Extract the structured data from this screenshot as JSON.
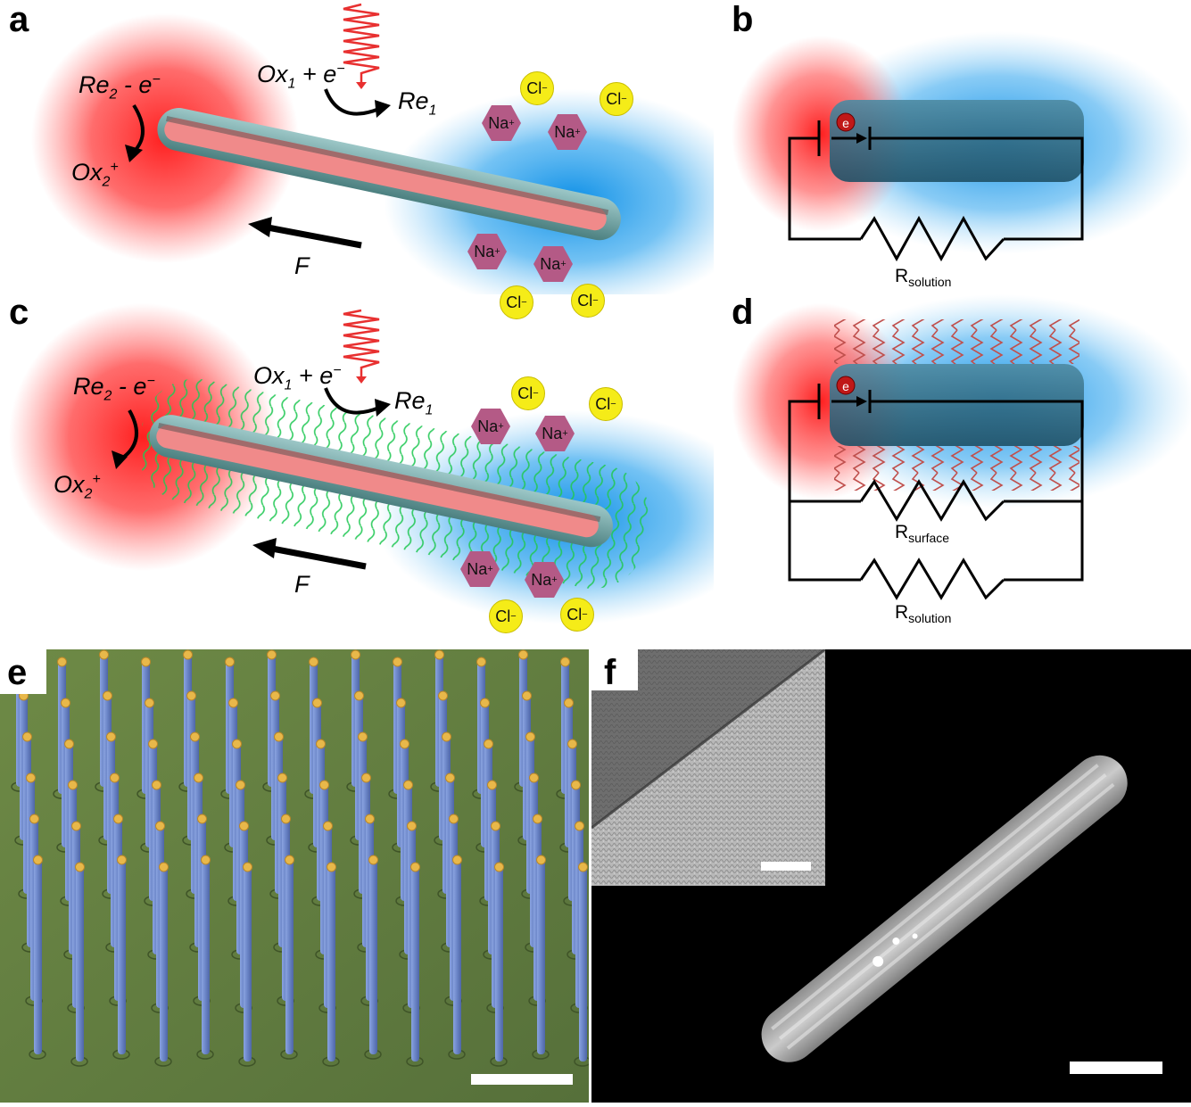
{
  "panels": {
    "a": "a",
    "b": "b",
    "c": "c",
    "d": "d",
    "e": "e",
    "f": "f"
  },
  "schematic": {
    "anode_left": "Re",
    "anode_left_sub": "2",
    "anode_left_tail": " - e",
    "anode_left_sup": "−",
    "anode_product": "Ox",
    "anode_product_sub": "2",
    "anode_product_sup": "+",
    "cathode_reactant": "Ox",
    "cathode_reactant_sub": "1",
    "cathode_reactant_tail": " + e",
    "cathode_reactant_sup": "−",
    "cathode_product": "Re",
    "cathode_product_sub": "1",
    "force": "F",
    "cation": "Na",
    "cation_sup": "+",
    "anion": "Cl",
    "anion_sup": "−"
  },
  "circuit": {
    "electron": "e",
    "r_solution": "R",
    "r_solution_sub": "solution",
    "r_surface": "R",
    "r_surface_sub": "surface"
  },
  "colors": {
    "red_glow": "#ff2a2a",
    "blue_glow": "#1e9be8",
    "wire_body": "#6aa3a3",
    "wire_inner": "#f28a8a",
    "sem_pillar": "#6d86c8",
    "sem_tip": "#e8b84a",
    "sem_base": "#6f8a44",
    "polymer": "#2bd15a",
    "wavy_red": "#c0504d"
  },
  "icons": {
    "light": "light-wave-icon",
    "arrow": "curved-arrow-icon",
    "battery": "battery-icon",
    "resistor": "resistor-icon"
  }
}
